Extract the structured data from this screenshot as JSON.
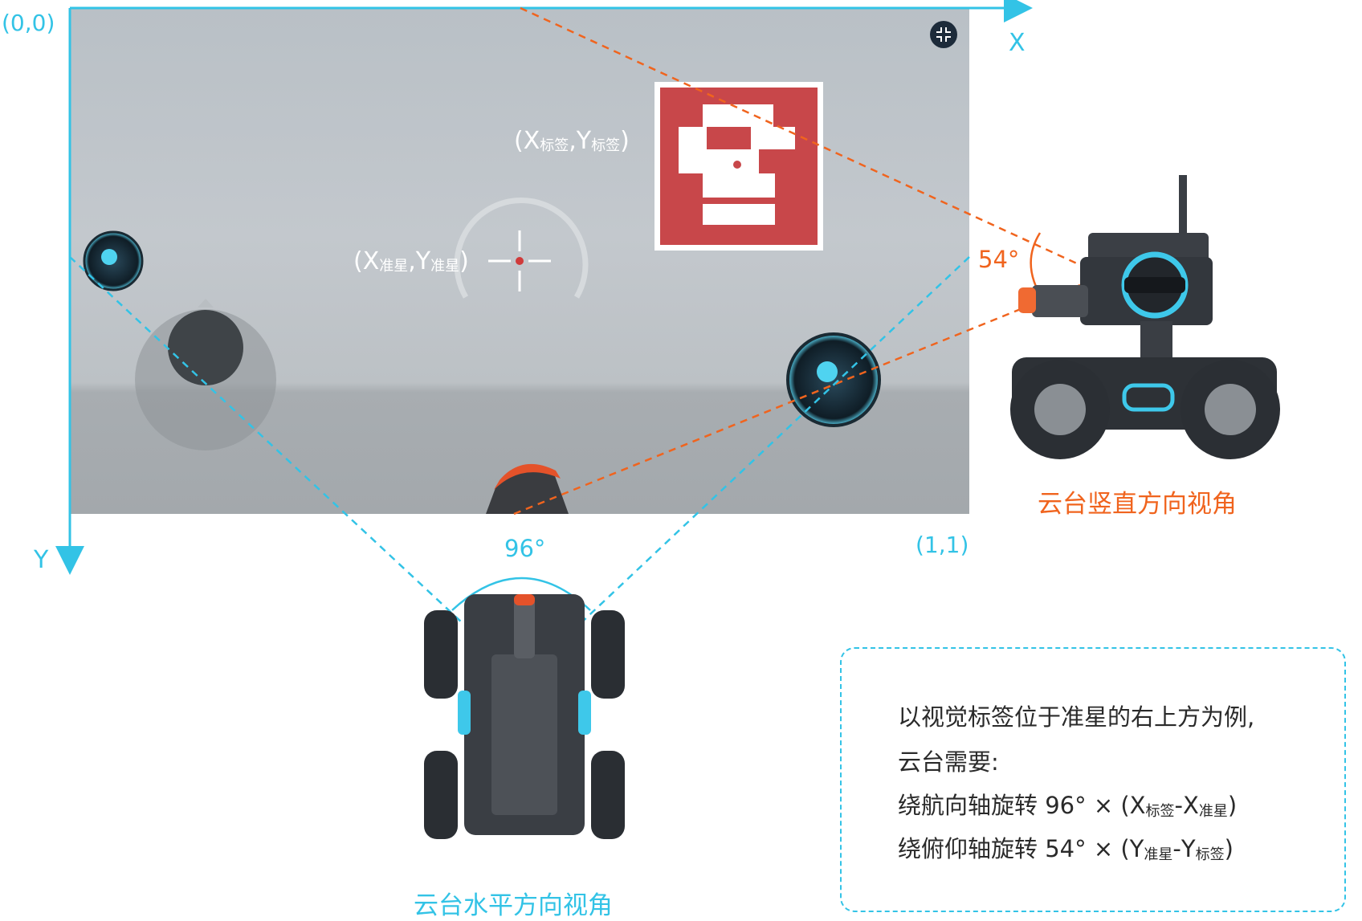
{
  "axes": {
    "origin_label": "(0,0)",
    "end_label": "(1,1)",
    "x_label": "X",
    "y_label": "Y"
  },
  "frame": {
    "marker_label": {
      "main1": "(X",
      "sub1": "标签",
      "main2": ",Y",
      "sub2": "标签",
      "close": ")"
    },
    "crosshair_label": {
      "main1": "(X",
      "sub1": "准星",
      "main2": ",Y",
      "sub2": "准星",
      "close": ")"
    }
  },
  "angles": {
    "vertical_fov": "54°",
    "horizontal_fov": "96°"
  },
  "captions": {
    "vertical_view": "云台竖直方向视角",
    "horizontal_view": "云台水平方向视角"
  },
  "note": {
    "line1": "以视觉标签位于准星的右上方为例,",
    "line2": "云台需要:",
    "line3": {
      "prefix": "绕航向轴旋转 96° × (X",
      "sub1": "标签",
      "mid": "-X",
      "sub2": "准星",
      "suffix": ")"
    },
    "line4": {
      "prefix": "绕俯仰轴旋转 54° × (Y",
      "sub1": "准星",
      "mid": "-Y",
      "sub2": "标签",
      "suffix": ")"
    }
  },
  "colors": {
    "cyan": "#33c3e6",
    "orange": "#f0641e",
    "marker_red": "#c8474a"
  },
  "icons": [
    "collapse-icon",
    "joystick-icon",
    "fire-button-icon",
    "crosshair-icon"
  ]
}
